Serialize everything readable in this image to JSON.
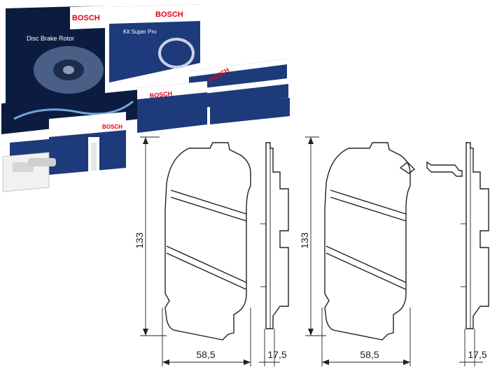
{
  "product_boxes": [
    {
      "brand": "BOSCH",
      "title": "Disc Brake Rotor"
    },
    {
      "brand": "BOSCH",
      "title": "Kit Super Pro"
    },
    {
      "brand": "BOSCH",
      "title": ""
    },
    {
      "brand": "BOSCH",
      "title": ""
    },
    {
      "brand": "BOSCH",
      "title": ""
    }
  ],
  "drawing_left": {
    "height_label": "133",
    "width_label": "58,5",
    "thickness_label": "17,5"
  },
  "drawing_right": {
    "height_label": "133",
    "width_label": "58,5",
    "thickness_label": "17,5"
  },
  "colors": {
    "box_blue": "#1d3a7a",
    "box_dark": "#0b1c40",
    "brand_red": "#e2001a",
    "line": "#222222"
  }
}
